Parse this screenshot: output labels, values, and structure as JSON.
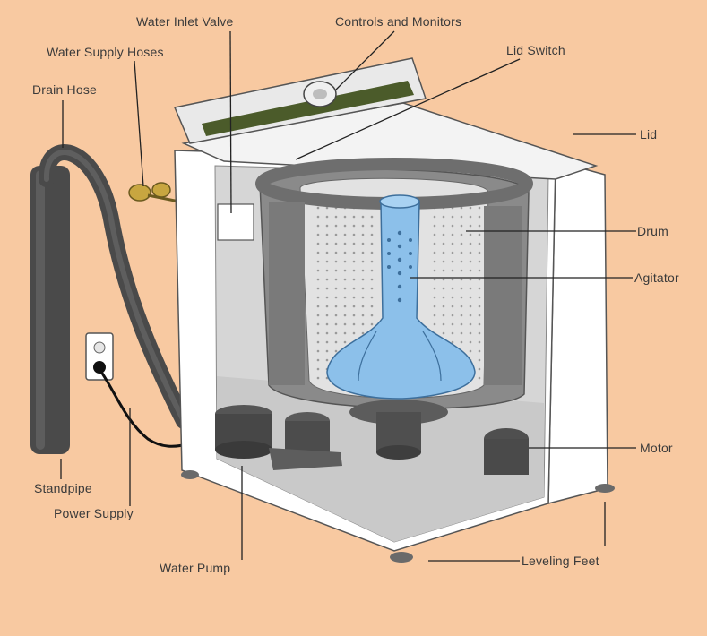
{
  "diagram": {
    "labels": {
      "water_inlet_valve": "Water Inlet Valve",
      "controls_and_monitors": "Controls and Monitors",
      "water_supply_hoses": "Water Supply Hoses",
      "lid_switch": "Lid Switch",
      "drain_hose": "Drain Hose",
      "lid": "Lid",
      "drum": "Drum",
      "agitator": "Agitator",
      "motor": "Motor",
      "standpipe": "Standpipe",
      "power_supply": "Power Supply",
      "water_pump": "Water Pump",
      "leveling_feet": "Leveling Feet"
    },
    "colors": {
      "background": "#f8c9a1",
      "cabinet": "#ffffff",
      "inner_cabinet": "#d4d4d4",
      "drum_gray": "#7d7d7d",
      "agitator_blue": "#8cc0ea",
      "control_panel_green": "#4b5b2a",
      "hose_dark": "#4a4a4a",
      "leader_line": "#222222"
    }
  }
}
